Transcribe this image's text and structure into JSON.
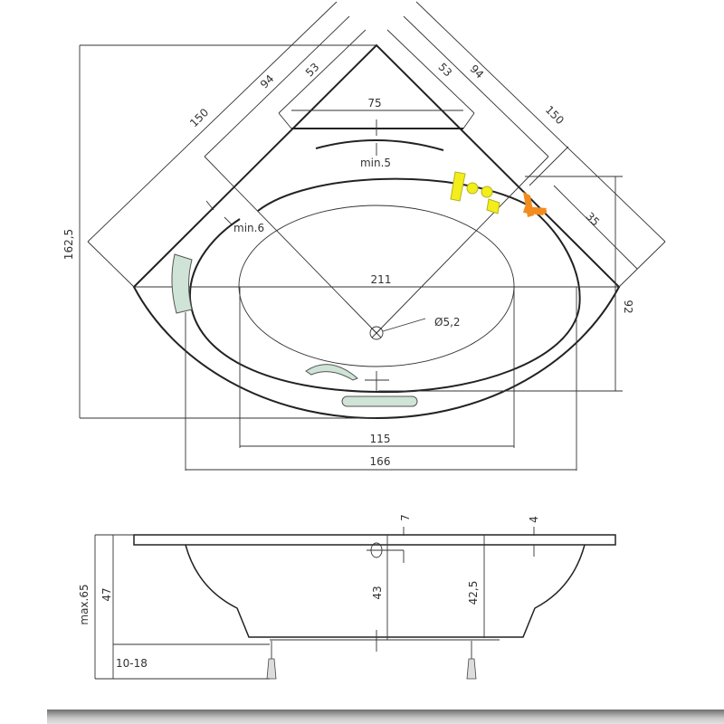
{
  "top_view": {
    "dim_height": "162,5",
    "dim_left_150": "150",
    "dim_left_94": "94",
    "dim_left_53": "53",
    "dim_right_150": "150",
    "dim_right_94": "94",
    "dim_right_53": "53",
    "dim_75": "75",
    "dim_min5": "min.5",
    "dim_min6": "min.6",
    "dim_35": "35",
    "dim_211": "211",
    "dim_92": "92",
    "dim_drain": "Ø5,2",
    "dim_115": "115",
    "dim_166": "166"
  },
  "side_view": {
    "dim_max65": "max.65",
    "dim_47": "47",
    "dim_10_18": "10-18",
    "dim_43": "43",
    "dim_42_5": "42,5",
    "dim_7": "7",
    "dim_4": "4"
  },
  "colors": {
    "headrest": "#cfe3d6",
    "faucet": "#f2ee1c",
    "mixer": "#f28c1e"
  }
}
